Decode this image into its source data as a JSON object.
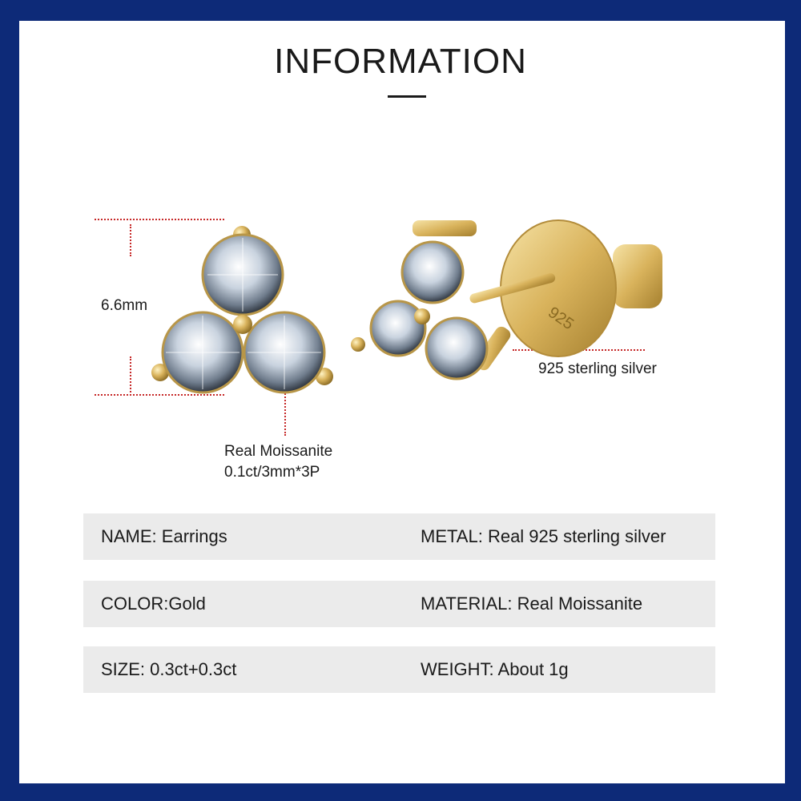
{
  "title": "INFORMATION",
  "annotations": {
    "height": "6.6mm",
    "stone_line1": "Real Moissanite",
    "stone_line2": "0.1ct/3mm*3P",
    "metal": "925 sterling silver",
    "stamp": "925"
  },
  "specs": [
    {
      "left": "NAME: Earrings",
      "right": "METAL: Real 925 sterling silver"
    },
    {
      "left": "COLOR:Gold",
      "right": "MATERIAL: Real Moissanite"
    },
    {
      "left": "SIZE: 0.3ct+0.3ct",
      "right": "WEIGHT:  About 1g"
    }
  ],
  "colors": {
    "frame": "#0d2a78",
    "gold": "#d9b35c",
    "dimension_line": "#c62828",
    "spec_row_bg": "#ebebeb"
  }
}
